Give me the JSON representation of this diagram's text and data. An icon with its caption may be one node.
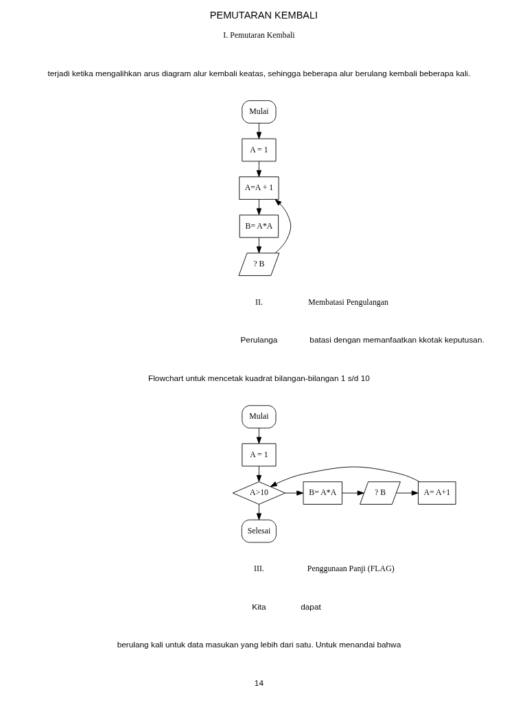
{
  "diagram": {
    "title": "PEMUTARAN KEMBALI",
    "nodes": [
      {
        "text": [
          "Mulai"
        ]
      },
      {
        "text": [
          "A = 1"
        ]
      },
      {
        "text": [
          "A=A + 1"
        ]
      },
      {
        "text": [
          "B= A*A"
        ]
      },
      {
        "text": [
          "? B"
        ]
      },
      {
        "text": [
          "Mulai"
        ]
      },
      {
        "text": [
          "A = 1"
        ]
      },
      {
        "text": [
          "A>10"
        ]
      },
      {
        "text": [
          "B= A*A"
        ]
      },
      {
        "text": [
          "? B"
        ]
      },
      {
        "text": [
          "A= A+1"
        ]
      },
      {
        "text": [
          "Selesai"
        ]
      }
    ],
    "edges": [
      {
        "from": 0,
        "to": 1,
        "arrow": "to"
      },
      {
        "from": 1,
        "to": 2,
        "arrow": "to"
      },
      {
        "from": 2,
        "to": 3,
        "arrow": "to"
      },
      {
        "from": 3,
        "to": 4,
        "arrow": "to"
      },
      {
        "from": 4,
        "to": 2,
        "arrow": "to"
      },
      {
        "from": 5,
        "to": 6,
        "arrow": "to"
      },
      {
        "from": 6,
        "to": 7,
        "arrow": "to"
      },
      {
        "from": 7,
        "to": 8,
        "arrow": "to"
      },
      {
        "from": 8,
        "to": 9,
        "arrow": "to"
      },
      {
        "from": 9,
        "to": 10,
        "arrow": "to"
      },
      {
        "from": 10,
        "to": 7,
        "arrow": "to"
      },
      {
        "from": 7,
        "to": 11,
        "arrow": "to"
      }
    ],
    "labels": [
      "I. Pemutaran Kembali",
      "terjadi ketika mengalihkan arus diagram alur kembali keatas, sehingga beberapa alur berulang kembali beberapa kali.",
      "II.",
      "Membatasi Pengulangan",
      "Perulanga",
      "batasi dengan memanfaatkan kkotak keputusan.",
      "Flowchart untuk mencetak kuadrat bilangan-bilangan 1 s/d 10",
      "III.",
      "Penggunaan Panji (FLAG)",
      "Kita",
      "dapat",
      "berulang kali untuk data masukan yang lebih dari satu. Untuk menandai bahwa",
      "14"
    ]
  }
}
